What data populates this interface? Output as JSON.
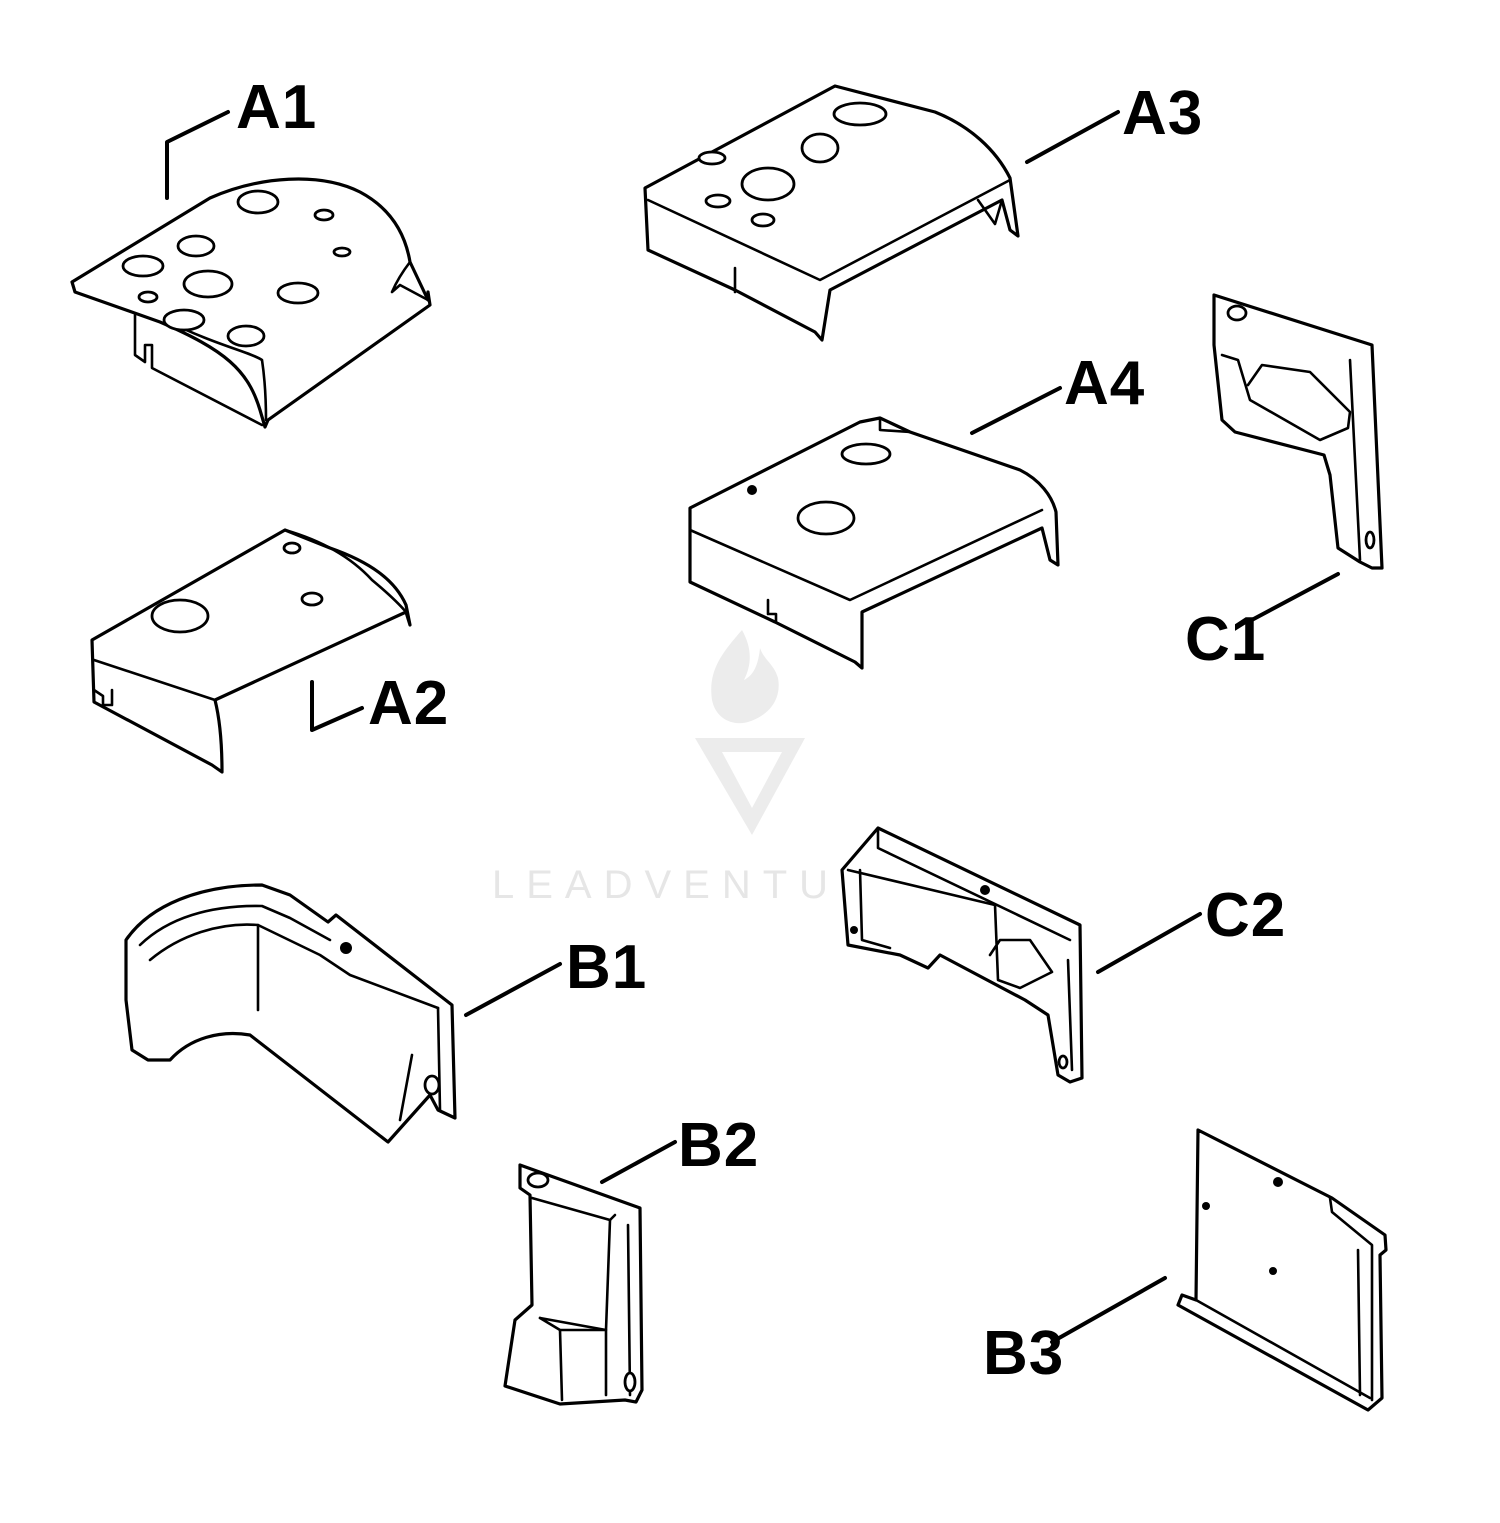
{
  "labels": {
    "a1": "A1",
    "a2": "A2",
    "a3": "A3",
    "a4": "A4",
    "b1": "B1",
    "b2": "B2",
    "b3": "B3",
    "c1": "C1",
    "c2": "C2"
  },
  "watermark": {
    "text": "LEADVENTURE"
  },
  "colors": {
    "ink": "#000000",
    "background": "#ffffff",
    "watermark": "#e6e6e6"
  }
}
